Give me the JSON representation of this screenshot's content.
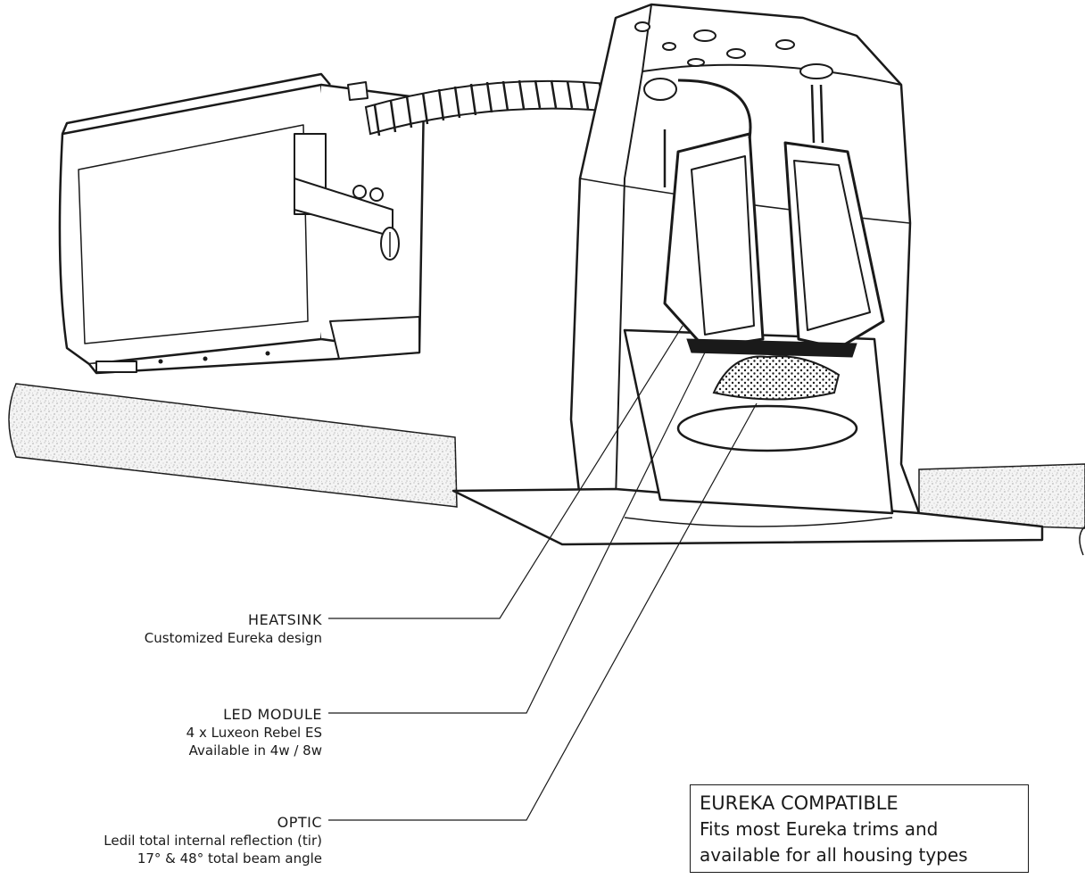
{
  "callouts": {
    "heatsink": {
      "title": "HEATSINK",
      "lines": [
        "Customized Eureka design"
      ]
    },
    "led_module": {
      "title": "LED MODULE",
      "lines": [
        "4 x Luxeon Rebel ES",
        "Available in 4w / 8w"
      ]
    },
    "optic": {
      "title": "OPTIC",
      "lines": [
        "Ledil total internal reflection (tir)",
        "17° & 48° total beam angle"
      ]
    }
  },
  "compat_box": {
    "title": "EUREKA COMPATIBLE",
    "lines": [
      "Fits most Eureka trims and",
      "available for all housing types"
    ]
  },
  "colors": {
    "line": "#1a1a1a",
    "ceiling_fill": "#f4f4f4",
    "speckle": "#7a7a7a"
  }
}
